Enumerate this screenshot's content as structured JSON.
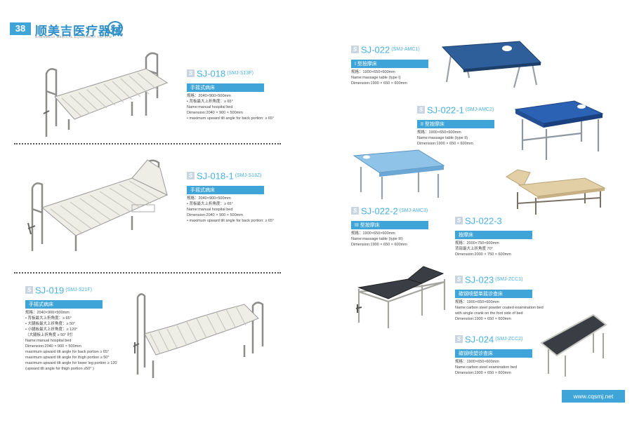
{
  "header": {
    "page_number": "38",
    "brand": "顺美吉医疗器械",
    "brand_sub": "SHUNMEIJI MEDICAL EQUIPMENT CO.,LTD",
    "logo": "SJ"
  },
  "footer": {
    "url": "www.cqsmj.net"
  },
  "products": [
    {
      "model": "SJ-018",
      "sub": "(SMJ-S13F)",
      "label": "手摇式病床",
      "specs": [
        "规格：2040×900×500mm",
        "• 背板最大上折角度：≥ 65°",
        "Name:manual hospital bed",
        "Dimension:2040 × 900 × 500mm",
        "• maximum upward tilt angle for back portion: ≥ 65°"
      ]
    },
    {
      "model": "SJ-018-1",
      "sub": "(SMJ-S13Z)",
      "label": "手摇式病床",
      "specs": [
        "规格：2040×900×500mm",
        "• 背板最大上折角度：≥ 65°",
        "Name:manual hospital bed",
        "Dimension:2040 × 900 × 500mm",
        "• maximum upward tilt angle for back portion: ≥ 65°"
      ]
    },
    {
      "model": "SJ-019",
      "sub": "(SMJ-S21F)",
      "label": "手摇式病床",
      "specs": [
        "规格：2040×900×500mm",
        "• 背板最大上折角度：≥ 65°",
        "• 大腿板最大上折角度：≥ 50°",
        "• 小腿板最大上折角度：≥ 120°",
        "（大腿板上折角度 ≥ 50° 时）",
        "Name:manual hospital bed",
        "Dimension:2040 × 900 × 500mm",
        "maximum upward tilt angle for back portion ≥ 65°",
        "maximum upward tilt angle for thigh portion ≥ 50°",
        "maximum upward tilt angle for lower leg portion ≥ 120",
        "(upward tilt angle for thigh portion ≥50° )"
      ]
    },
    {
      "model": "SJ-022",
      "sub": "(SMJ-AMC1)",
      "label": "I 型按摩床",
      "specs": [
        "规格：1900×650×600mm",
        "Name:massage table (type I)",
        "Dimension:1900 × 650 × 600mm"
      ]
    },
    {
      "model": "SJ-022-1",
      "sub": "(SMJ-AMC2)",
      "label": "II 型按摩床",
      "specs": [
        "规格：1900×650×600mm",
        "Name:massage table (type II)",
        "Dimension:1900 × 650 × 600mm"
      ]
    },
    {
      "model": "SJ-022-2",
      "sub": "(SMJ-AMC3)",
      "label": "III 型按摩床",
      "specs": [
        "规格：1900×650×600mm",
        "Name:massage table (type III)",
        "Dimension:1900 × 650 × 600mm"
      ]
    },
    {
      "model": "SJ-022-3",
      "sub": "",
      "label": "按摩床",
      "specs": [
        "规格：2000×750×600mm",
        "背部最大上折角度 70°",
        "Dimension:2000 × 750 × 600mm"
      ]
    },
    {
      "model": "SJ-023",
      "sub": "(SMJ-ZCC1)",
      "label": "碳钢喷塑单摇诊查床",
      "specs": [
        "规格：1900×650×600mm",
        "Name:carbon steel powder coated examination bed",
        "with single crank on the foot side of bed",
        "Dimension:1900 × 650 × 600mm"
      ]
    },
    {
      "model": "SJ-024",
      "sub": "(SMJ-ZCC2)",
      "label": "碳钢喷塑诊查床",
      "specs": [
        "规格：1900×650×600mm",
        "Name:carbon steel examination bed",
        "Dimension:1900 × 650 × 600mm"
      ]
    }
  ],
  "colors": {
    "accent": "#3fa5d8",
    "title": "#4ab0de",
    "bed": "#eeeee6",
    "blue_top": "#2e5f9a",
    "dark_top": "#3a3e44",
    "cream_top": "#e2cfa6"
  }
}
